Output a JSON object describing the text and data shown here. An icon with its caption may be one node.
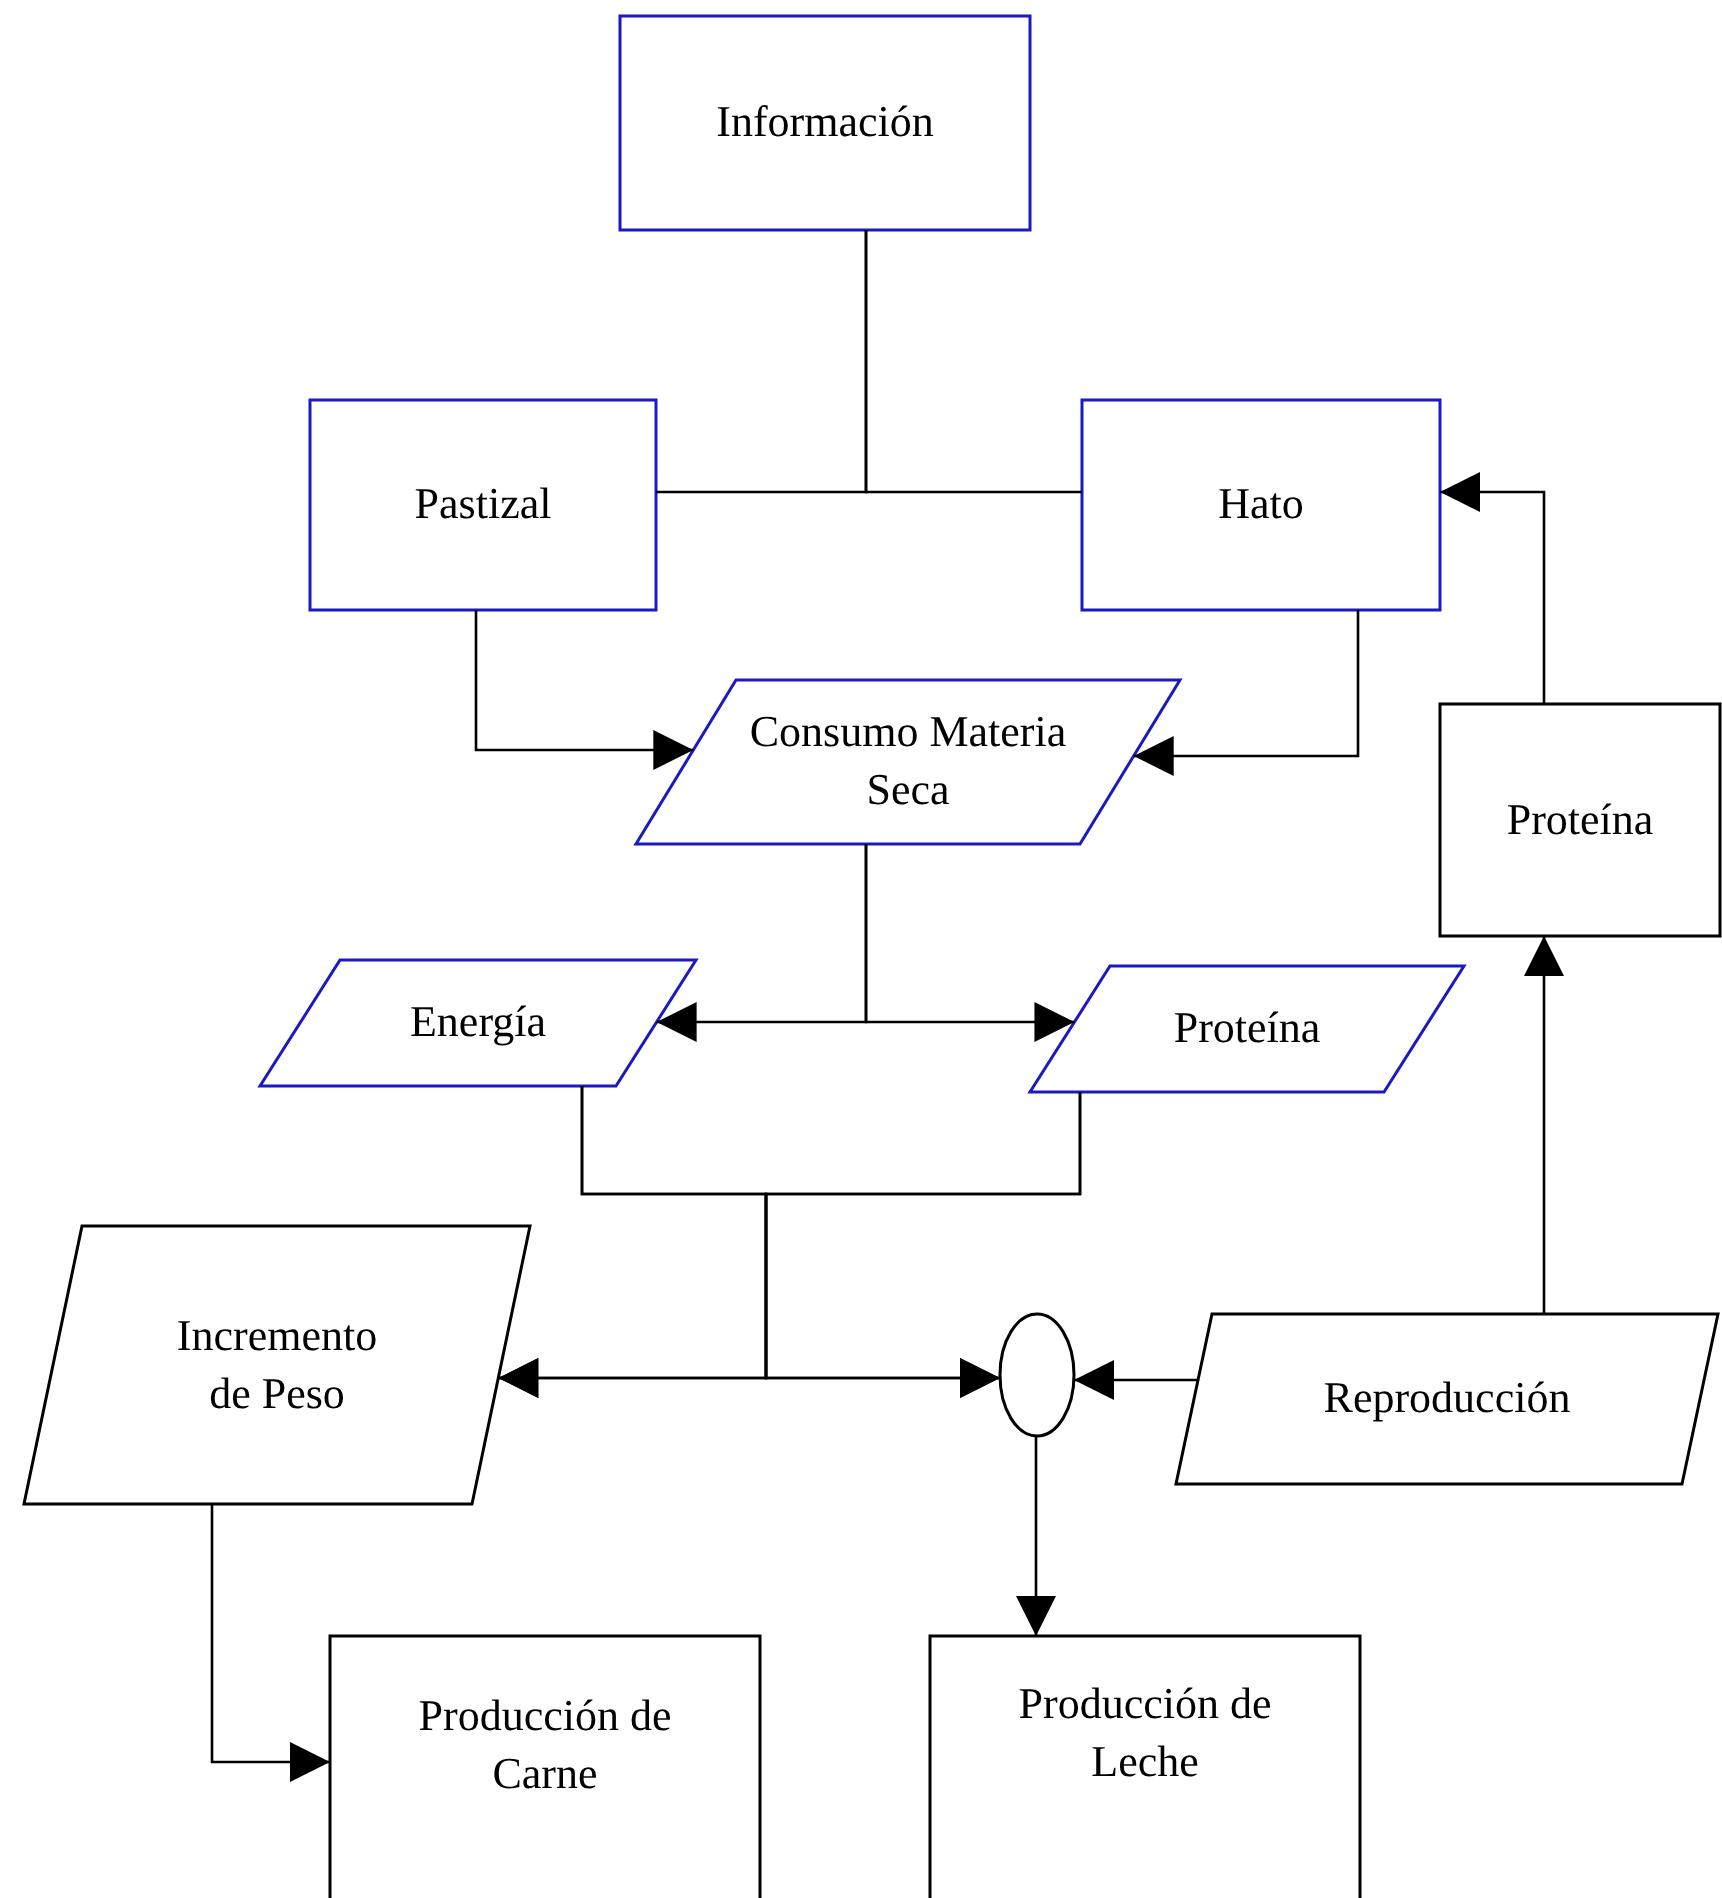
{
  "diagram": {
    "nodes": [
      {
        "text": [
          "Información"
        ]
      },
      {
        "text": [
          "Pastizal"
        ]
      },
      {
        "text": [
          "Hato"
        ]
      },
      {
        "text": [
          "Consumo Materia Seca"
        ]
      },
      {
        "text": [
          "Proteína"
        ]
      },
      {
        "text": [
          "Energía"
        ]
      },
      {
        "text": [
          "Proteína"
        ]
      },
      {
        "text": [
          "Incremento de Peso"
        ]
      },
      {
        "text": [],
        "shape": "circle"
      },
      {
        "text": [
          "Reproducción"
        ]
      },
      {
        "text": [
          "Producción de Carne"
        ]
      },
      {
        "text": [
          "Producción de Leche"
        ]
      }
    ],
    "edges": [
      {
        "from": 0,
        "to": 1,
        "arrow": "none"
      },
      {
        "from": 0,
        "to": 2,
        "arrow": "none"
      },
      {
        "from": 1,
        "to": 3,
        "arrow": "to"
      },
      {
        "from": 2,
        "to": 3,
        "arrow": "to"
      },
      {
        "from": 3,
        "to": 5,
        "arrow": "to"
      },
      {
        "from": 3,
        "to": 6,
        "arrow": "to"
      },
      {
        "from": 5,
        "to": 7,
        "arrow": "to"
      },
      {
        "from": 5,
        "to": 8,
        "arrow": "to"
      },
      {
        "from": 6,
        "to": 7,
        "arrow": "to"
      },
      {
        "from": 6,
        "to": 8,
        "arrow": "to"
      },
      {
        "from": 9,
        "to": 8,
        "arrow": "to"
      },
      {
        "from": 9,
        "to": 4,
        "arrow": "to"
      },
      {
        "from": 4,
        "to": 2,
        "arrow": "to"
      },
      {
        "from": 8,
        "to": 11,
        "arrow": "to"
      },
      {
        "from": 7,
        "to": 10,
        "arrow": "to"
      }
    ]
  }
}
